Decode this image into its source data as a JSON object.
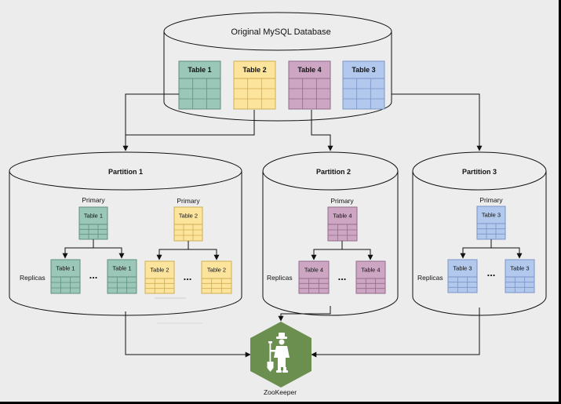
{
  "database": {
    "title": "Original MySQL Database"
  },
  "tables": {
    "t1": "Table 1",
    "t2": "Table 2",
    "t3": "Table 3",
    "t4": "Table 4"
  },
  "partitions": {
    "p1": "Partition 1",
    "p2": "Partition 2",
    "p3": "Partition 3"
  },
  "labels": {
    "primary": "Primary",
    "replicas": "Replicas",
    "ellipsis": "..."
  },
  "zookeeper": {
    "label": "ZooKeeper"
  },
  "colors": {
    "table1_fill": "#9ac7b8",
    "table1_stroke": "#5f8f80",
    "table2_fill": "#fde49c",
    "table2_stroke": "#cfae52",
    "table3_fill": "#b2c8ec",
    "table3_stroke": "#7a95c6",
    "table4_fill": "#cda6c3",
    "table4_stroke": "#916c88",
    "zookeeper": "#6a8f4f",
    "background": "#ececec"
  }
}
